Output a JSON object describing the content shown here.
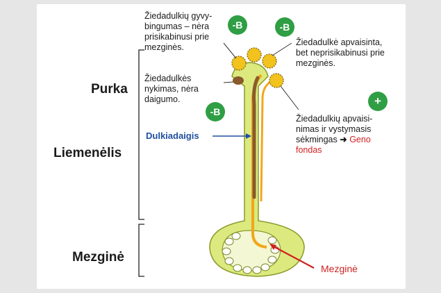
{
  "labels": {
    "purka": "Purka",
    "liemenelis": "Liemenėlis",
    "mezgine_left": "Mezginė",
    "dulkiadaigis": "Dulkiadaigis",
    "mezgine_right": "Mezginė"
  },
  "notes": {
    "viability": [
      "Žiedadulkių gyvy-",
      "bingumas – nėra",
      "prisikabinusi prie",
      "mezginės."
    ],
    "decay": [
      "Žiedadulkės",
      "nykimas, nėra",
      "daigumo."
    ],
    "pollinated": [
      "Žiedadulkė apvaisinta,",
      "bet neprisikabinusi prie",
      "mezginės."
    ],
    "success_lines": [
      "Žiedadulkių apvaisi-",
      "nimas ir vystymasis"
    ],
    "success_last": "sėkmingas",
    "success_arrow": "➜",
    "gene_pool": [
      "Geno",
      "fondas"
    ]
  },
  "badges": {
    "minus_b": "-B",
    "plus": "+"
  },
  "colors": {
    "pistil_fill": "#dce97e",
    "pistil_stroke": "#8a9a2a",
    "pollen_tube": "#f0a818",
    "pollen_grain": "#f2c21e",
    "brown": "#8b5a2b",
    "badge_green": "#2f9e44",
    "arrow_blue": "#1f4fa0",
    "arrow_red": "#d01f1f"
  }
}
